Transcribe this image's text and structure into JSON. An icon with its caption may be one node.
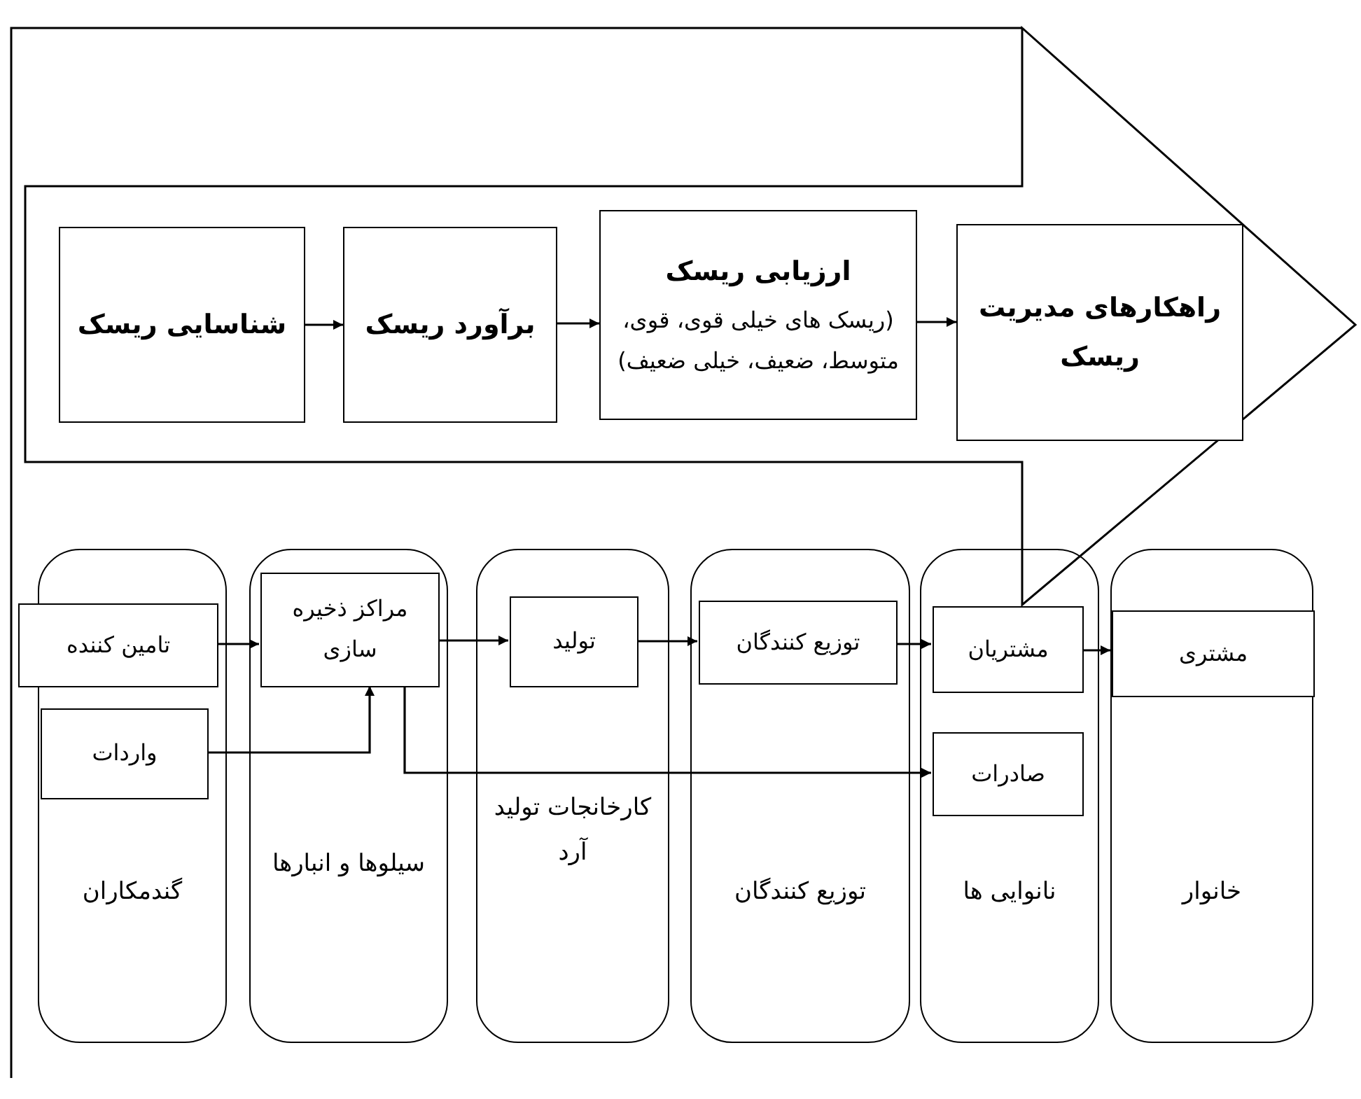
{
  "diagram": {
    "nodes": [
      {
        "text": [
          "شناسایی ریسک"
        ]
      },
      {
        "text": [
          "برآورد ریسک"
        ]
      },
      {
        "text": [
          "ارزیابی ریسک",
          "(ریسک های خیلی قوی، قوی، متوسط، ضعیف، خیلی ضعیف)"
        ]
      },
      {
        "text": [
          "راهکارهای مدیریت ریسک"
        ]
      },
      {
        "text": [
          "گندمکاران"
        ]
      },
      {
        "text": [
          "تامین کننده"
        ],
        "in": 4
      },
      {
        "text": [
          "واردات"
        ],
        "in": 4
      },
      {
        "text": [
          "سیلوها و انبارها"
        ]
      },
      {
        "text": [
          "مراکز ذخیره سازی"
        ],
        "in": 7
      },
      {
        "text": [
          "کارخانجات تولید آرد"
        ]
      },
      {
        "text": [
          "تولید"
        ],
        "in": 9
      },
      {
        "text": [
          "توزیع کنندگان"
        ]
      },
      {
        "text": [
          "توزیع کنندگان"
        ],
        "in": 11
      },
      {
        "text": [
          "نانوایی ها"
        ]
      },
      {
        "text": [
          "مشتریان"
        ],
        "in": 13
      },
      {
        "text": [
          "صادرات"
        ],
        "in": 13
      },
      {
        "text": [
          "خانوار"
        ]
      },
      {
        "text": [
          "مشتری"
        ],
        "in": 16
      }
    ],
    "edges": [
      {
        "from": 0,
        "to": 1,
        "arrow": "to"
      },
      {
        "from": 1,
        "to": 2,
        "arrow": "to"
      },
      {
        "from": 2,
        "to": 3,
        "arrow": "to"
      },
      {
        "from": 5,
        "to": 8,
        "arrow": "to"
      },
      {
        "from": 6,
        "to": 8,
        "arrow": "to"
      },
      {
        "from": 8,
        "to": 10,
        "arrow": "to"
      },
      {
        "from": 8,
        "to": 15,
        "arrow": "to"
      },
      {
        "from": 10,
        "to": 12,
        "arrow": "to"
      },
      {
        "from": 12,
        "to": 14,
        "arrow": "to"
      },
      {
        "from": 14,
        "to": 17,
        "arrow": "to"
      }
    ]
  }
}
